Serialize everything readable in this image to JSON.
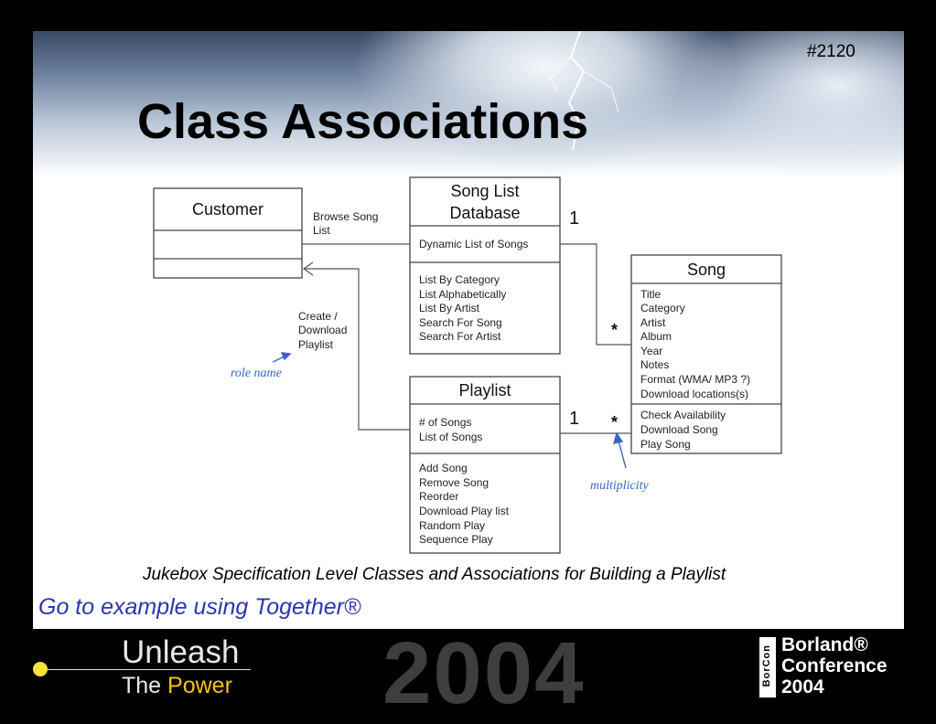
{
  "slide": {
    "number": "#2120",
    "title": "Class Associations",
    "caption": "Jukebox Specification Level Classes and Associations for Building a Playlist",
    "link": "Go to example using Together®"
  },
  "diagram": {
    "classes": {
      "customer": {
        "name": "Customer"
      },
      "songlist": {
        "name_lines": [
          "Song List",
          "Database"
        ],
        "attributes": [
          "Dynamic List of Songs"
        ],
        "operations": [
          "List By Category",
          "List Alphabetically",
          "List By Artist",
          "Search For Song",
          "Search For Artist"
        ]
      },
      "playlist": {
        "name": "Playlist",
        "attributes": [
          "# of Songs",
          "List of Songs"
        ],
        "operations": [
          "Add Song",
          "Remove Song",
          "Reorder",
          "Download Play list",
          "Random Play",
          "Sequence Play"
        ]
      },
      "song": {
        "name": "Song",
        "attributes": [
          "Title",
          "Category",
          "Artist",
          "Album",
          "Year",
          "Notes",
          "Format (WMA/ MP3 ?)",
          "Download locations(s)"
        ],
        "operations": [
          "Check Availability",
          "Download Song",
          "Play Song"
        ]
      }
    },
    "associations": {
      "browse_label": [
        "Browse Song",
        "List"
      ],
      "create_label": [
        "Create /",
        "Download",
        "Playlist"
      ],
      "mult_songlist": "1",
      "mult_song_top": "*",
      "mult_playlist": "1",
      "mult_song_bottom": "*"
    },
    "annotations": {
      "role_name": "role name",
      "multiplicity": "multiplicity"
    },
    "colors": {
      "annotation": "#3a66c8",
      "line": "#555555"
    }
  },
  "footer": {
    "unleash": "Unleash",
    "the": "The",
    "power": "Power",
    "year": "2004",
    "mark": "BorCon",
    "brand_lines": [
      "Borland®",
      "Conference",
      "2004"
    ],
    "colors": {
      "power": "#f2c21b",
      "dot": "#f2e23b"
    }
  }
}
